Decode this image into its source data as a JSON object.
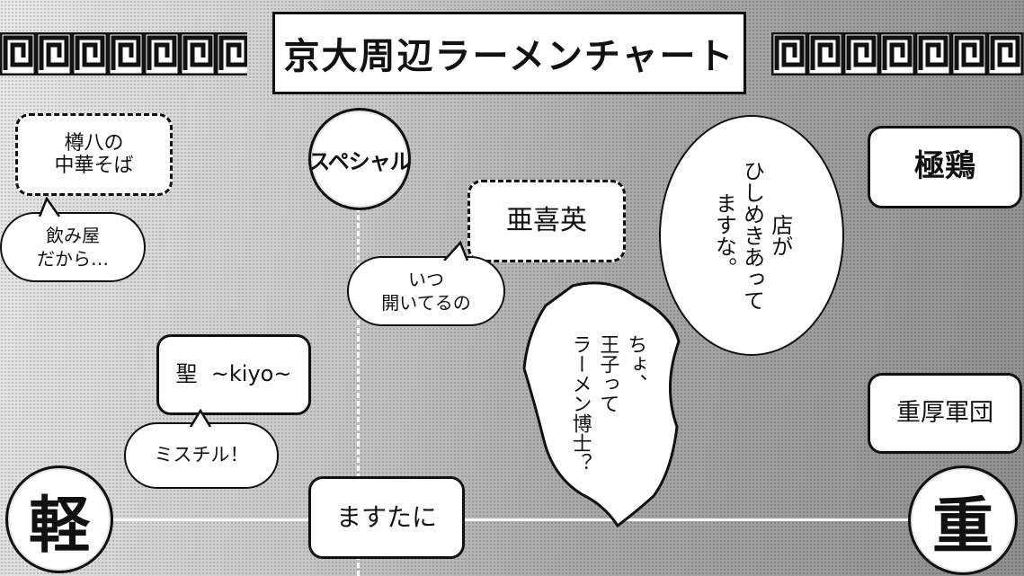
{
  "title": "京大周辺ラーメンチャート",
  "axis": {
    "light": "軽",
    "heavy": "重",
    "special": "スペシャル"
  },
  "shops": {
    "taruhachi": "樽八の\n中華そば",
    "akiei": "亜喜英",
    "kiyo": "聖  ~kiyo~",
    "masutani": "ますたに",
    "gokudori": "極鶏",
    "juukou": "重厚軍団"
  },
  "comments": {
    "nomiya": "飲み屋\nだから…",
    "itsu": "いつ\n開いてるの",
    "misuchiru": "ミスチル！",
    "mise": "店が\nひしめきあって\nますな。",
    "chotto": "ちょ、\n王子って\nラーメン博士？"
  }
}
